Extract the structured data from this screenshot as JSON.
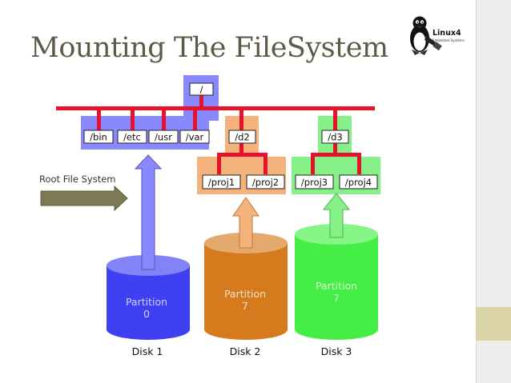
{
  "slide": {
    "title": "Mounting The FileSystem",
    "logo": {
      "icon": "tux-penguin-icon",
      "brand_text": "Linux4",
      "brand_subtext": "Embedded Systems"
    }
  },
  "diagram": {
    "root_dir": "/",
    "root_subdirs": [
      "/bin",
      "/etc",
      "/usr",
      "/var"
    ],
    "mount_points": [
      "/d2",
      "/d3"
    ],
    "d2_children": [
      "/proj1",
      "/proj2"
    ],
    "d3_children": [
      "/proj3",
      "/proj4"
    ],
    "root_fs_label": "Root File System",
    "partitions": [
      {
        "label": "Partition",
        "number": "0",
        "disk": "Disk 1",
        "color": "#3f40f2"
      },
      {
        "label": "Partition",
        "number": "7",
        "disk": "Disk 2",
        "color": "#d67a1e"
      },
      {
        "label": "Partition",
        "number": "7",
        "disk": "Disk 3",
        "color": "#45ee45"
      }
    ],
    "colors": {
      "bus_red": "#e8112d",
      "root_blue": "#8888ff",
      "d2_orange": "#f4b37c",
      "d3_green": "#88f088",
      "root_arrow": "#7d7a55"
    }
  }
}
